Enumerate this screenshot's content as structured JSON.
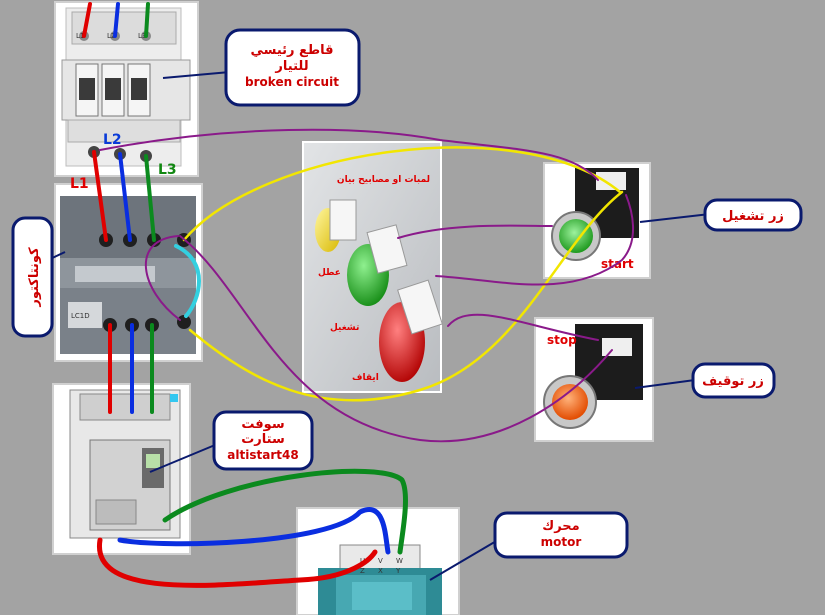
{
  "callouts": {
    "breaker": {
      "line1": "قاطع رئيسي",
      "line2": "للتيار",
      "line3": "broken circuit"
    },
    "contactor": {
      "text": "كونتاكتور"
    },
    "start_button": {
      "text": "زر تشغيل"
    },
    "stop_button": {
      "text": "زر توقيف"
    },
    "soft_starter": {
      "line1": "سوفت",
      "line2": "ستارت",
      "line3": "altistart48"
    },
    "motor": {
      "line1": "محرك",
      "line2": "motor"
    }
  },
  "phase_labels": {
    "l1": "L1",
    "l2": "L2",
    "l3": "L3"
  },
  "breaker_terminals": {
    "t1": "L1",
    "t2": "L2",
    "t3": "L3"
  },
  "lamps": {
    "title": "لمبات او مصابيح بيان",
    "yellow_label": "عطل",
    "green_label": "تشغيل",
    "red_label": "ايقاف"
  },
  "start_label": "start",
  "stop_label": "stop",
  "motor_terminals": [
    "U",
    "V",
    "W"
  ],
  "motor_terminals_bottom": [
    "Z",
    "X",
    "Y"
  ],
  "contactor_code": "LC1D",
  "colors": {
    "background": "#a3a3a3",
    "callout_border": "#0a1a6e",
    "callout_text": "#cc0000",
    "wire_red": "#e00000",
    "wire_blue": "#0a2ee0",
    "wire_green": "#0b8a1e",
    "wire_purple": "#8a1a8a",
    "wire_yellow": "#f2e600",
    "wire_cyan": "#33d0e0"
  }
}
